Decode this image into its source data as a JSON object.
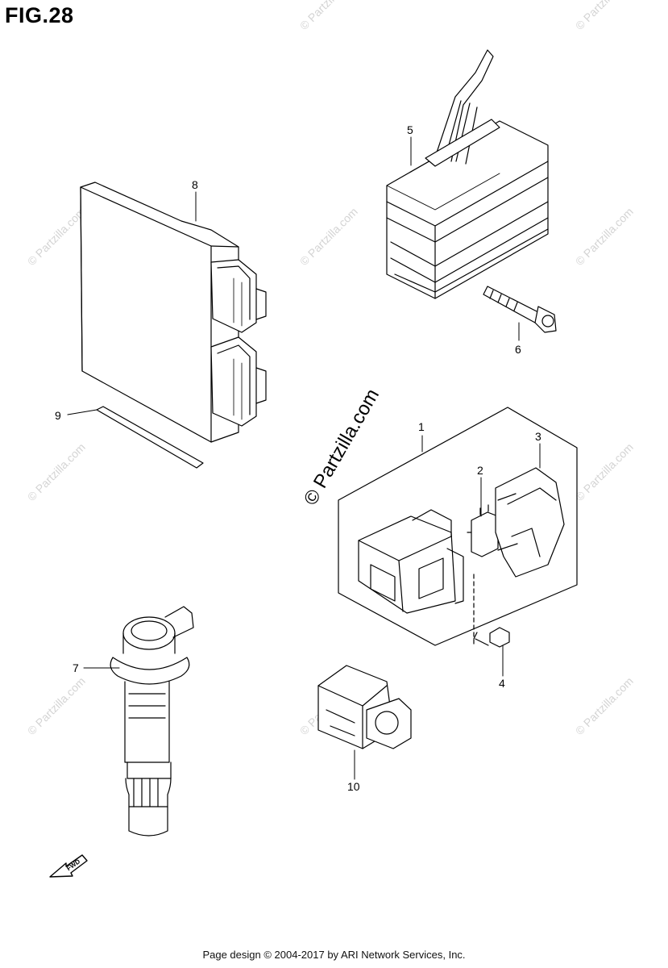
{
  "figure": {
    "title": "FIG.28"
  },
  "watermark": {
    "text": "© Partzilla.com",
    "center_text": "© Partzilla.com"
  },
  "callouts": [
    "1",
    "2",
    "3",
    "4",
    "5",
    "6",
    "7",
    "8",
    "9",
    "10"
  ],
  "fwd_label": "FWD",
  "footer": {
    "text": "Page design © 2004-2017 by ARI Network Services, Inc."
  }
}
